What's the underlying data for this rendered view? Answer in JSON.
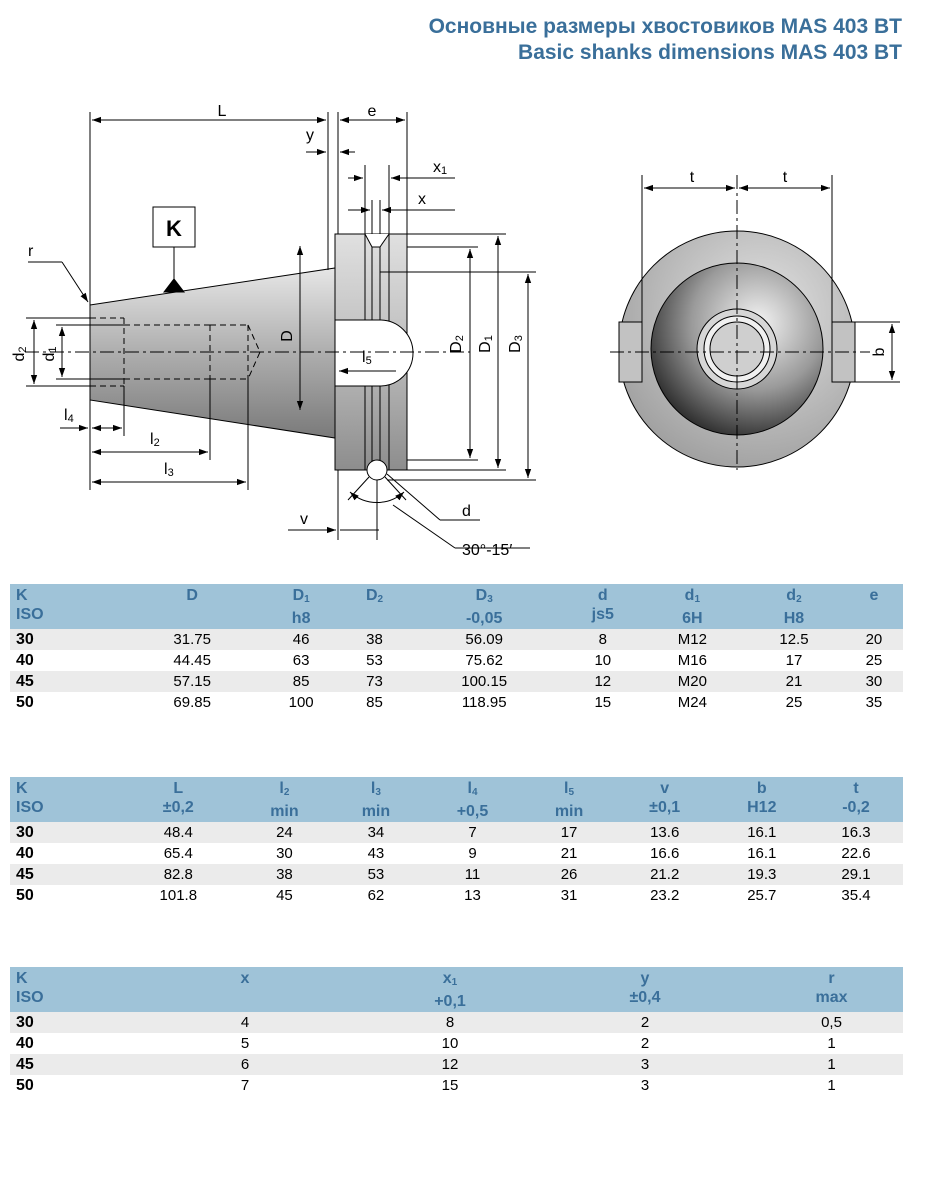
{
  "title": {
    "ru": "Основные размеры хвостовиков MAS 403 BT",
    "en": "Basic shanks dimensions MAS 403 BT"
  },
  "drawing": {
    "L": "L",
    "e": "e",
    "y": "y",
    "x1": "x",
    "x1_sub": "1",
    "x": "x",
    "K": "K",
    "r": "r",
    "d2": "d",
    "d2_sub": "2",
    "d1": "d",
    "d1_sub": "1",
    "D": "D",
    "l5": "l",
    "l5_sub": "5",
    "D2": "D",
    "D2_sub": "2",
    "Dm1": "D",
    "Dm1_sub": "1",
    "D3": "D",
    "D3_sub": "3",
    "l4": "l",
    "l4_sub": "4",
    "l2": "l",
    "l2_sub": "2",
    "l3": "l",
    "l3_sub": "3",
    "v": "v",
    "d": "d",
    "angle": "30°-15′",
    "t_left": "t",
    "t_right": "t",
    "b": "b"
  },
  "tables": [
    {
      "columns": [
        {
          "l1": "K",
          "l2": "ISO"
        },
        {
          "l1": "D",
          "l2": ""
        },
        {
          "l1": "D",
          "sub": "1",
          "l2": "h8"
        },
        {
          "l1": "D",
          "sub": "2",
          "l2": ""
        },
        {
          "l1": "D",
          "sub": "3",
          "l2": "-0,05"
        },
        {
          "l1": "d",
          "l2": "js5"
        },
        {
          "l1": "d",
          "sub": "1",
          "l2": "6H"
        },
        {
          "l1": "d",
          "sub": "2",
          "l2": "H8"
        },
        {
          "l1": "e",
          "l2": ""
        }
      ],
      "rows": [
        [
          "30",
          "31.75",
          "46",
          "38",
          "56.09",
          "8",
          "M12",
          "12.5",
          "20"
        ],
        [
          "40",
          "44.45",
          "63",
          "53",
          "75.62",
          "10",
          "M16",
          "17",
          "25"
        ],
        [
          "45",
          "57.15",
          "85",
          "73",
          "100.15",
          "12",
          "M20",
          "21",
          "30"
        ],
        [
          "50",
          "69.85",
          "100",
          "85",
          "118.95",
          "15",
          "M24",
          "25",
          "35"
        ]
      ]
    },
    {
      "columns": [
        {
          "l1": "K",
          "l2": "ISO"
        },
        {
          "l1": "L",
          "l2": "±0,2"
        },
        {
          "l1": "l",
          "sub": "2",
          "l2": "min"
        },
        {
          "l1": "l",
          "sub": "3",
          "l2": "min"
        },
        {
          "l1": "l",
          "sub": "4",
          "l2": "+0,5"
        },
        {
          "l1": "l",
          "sub": "5",
          "l2": "min"
        },
        {
          "l1": "v",
          "l2": "±0,1"
        },
        {
          "l1": "b",
          "l2": "H12"
        },
        {
          "l1": "t",
          "l2": "-0,2"
        }
      ],
      "rows": [
        [
          "30",
          "48.4",
          "24",
          "34",
          "7",
          "17",
          "13.6",
          "16.1",
          "16.3"
        ],
        [
          "40",
          "65.4",
          "30",
          "43",
          "9",
          "21",
          "16.6",
          "16.1",
          "22.6"
        ],
        [
          "45",
          "82.8",
          "38",
          "53",
          "11",
          "26",
          "21.2",
          "19.3",
          "29.1"
        ],
        [
          "50",
          "101.8",
          "45",
          "62",
          "13",
          "31",
          "23.2",
          "25.7",
          "35.4"
        ]
      ]
    },
    {
      "columns": [
        {
          "l1": "K",
          "l2": "ISO"
        },
        {
          "l1": "x",
          "l2": ""
        },
        {
          "l1": "x",
          "sub": "1",
          "l2": "+0,1"
        },
        {
          "l1": "y",
          "l2": "±0,4"
        },
        {
          "l1": "r",
          "l2": "max"
        }
      ],
      "rows": [
        [
          "30",
          "4",
          "8",
          "2",
          "0,5"
        ],
        [
          "40",
          "5",
          "10",
          "2",
          "1"
        ],
        [
          "45",
          "6",
          "12",
          "3",
          "1"
        ],
        [
          "50",
          "7",
          "15",
          "3",
          "1"
        ]
      ]
    }
  ]
}
